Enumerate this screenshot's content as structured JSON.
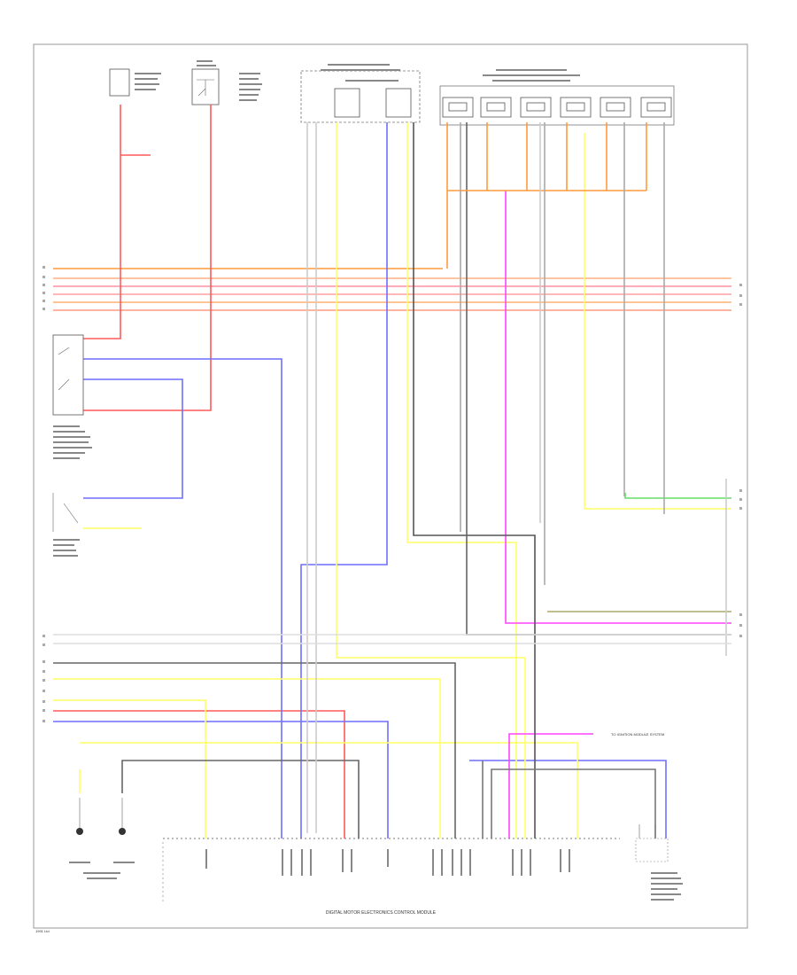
{
  "colors": {
    "red": "#ff5a5a",
    "orange": "#ff9a3c",
    "pink": "#ff8fa0",
    "blue": "#6f6fff",
    "yellow": "#ffff66",
    "violet": "#ff44ff",
    "green": "#66dd66",
    "gray": "#9a9a9a",
    "dark": "#444444",
    "lightgray": "#d8d8d8"
  },
  "labels": {
    "module_title": "DIGITAL MOTOR ELECTRONICS CONTROL MODULE",
    "right_wire_label": "TO IGNITION MODULE SYSTEM",
    "footer_code": "1991 Ltd"
  }
}
